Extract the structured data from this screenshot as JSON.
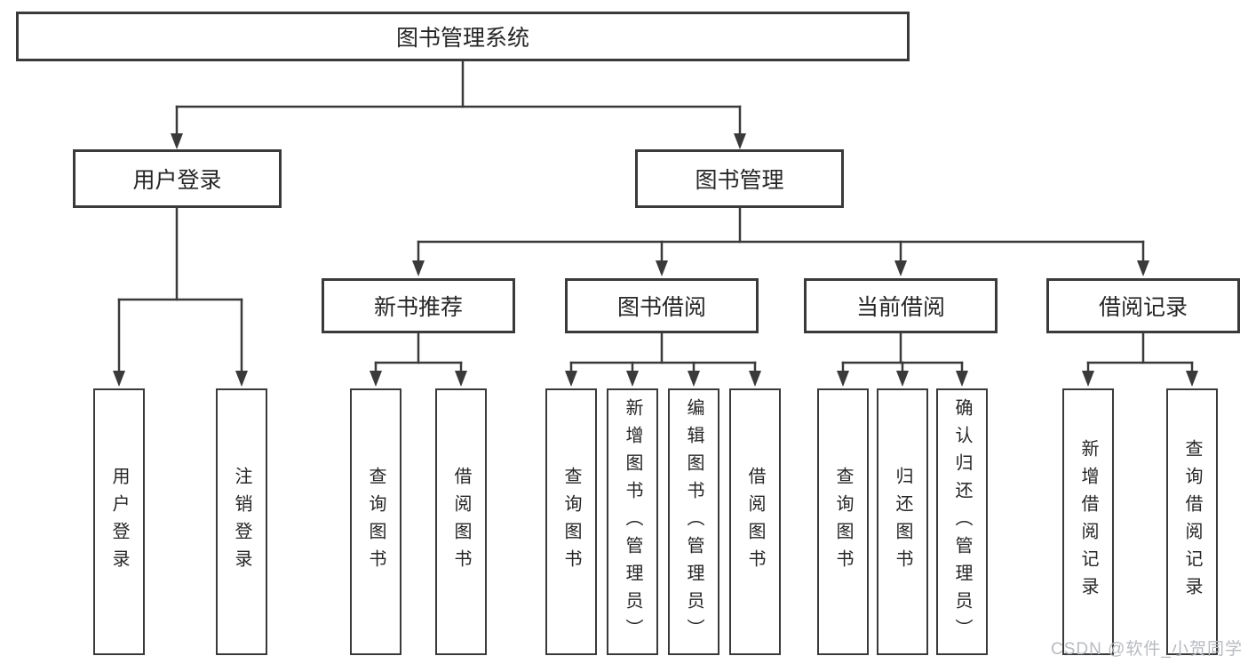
{
  "diagram": {
    "colors": {
      "line": "#3a3a3a",
      "text": "#262626",
      "watermark": "#b7babf",
      "background": "#ffffff"
    },
    "watermark": "CSDN @软件_小贺同学",
    "tree": {
      "label": "图书管理系统",
      "children": [
        {
          "label": "用户登录",
          "children": [
            {
              "label": "用户登录"
            },
            {
              "label": "注销登录"
            }
          ]
        },
        {
          "label": "图书管理",
          "children": [
            {
              "label": "新书推荐",
              "children": [
                {
                  "label": "查询图书"
                },
                {
                  "label": "借阅图书"
                }
              ]
            },
            {
              "label": "图书借阅",
              "children": [
                {
                  "label": "查询图书"
                },
                {
                  "label": "新增图书（管理员）"
                },
                {
                  "label": "编辑图书（管理员）"
                },
                {
                  "label": "借阅图书"
                }
              ]
            },
            {
              "label": "当前借阅",
              "children": [
                {
                  "label": "查询图书"
                },
                {
                  "label": "归还图书"
                },
                {
                  "label": "确认归还（管理员）"
                }
              ]
            },
            {
              "label": "借阅记录",
              "children": [
                {
                  "label": "新增借阅记录"
                },
                {
                  "label": "查询借阅记录"
                }
              ]
            }
          ]
        }
      ]
    }
  }
}
